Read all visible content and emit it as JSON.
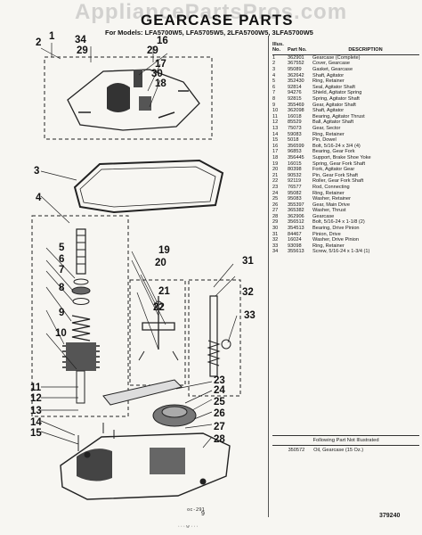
{
  "watermark": "AppliancePartsPros.com",
  "header": {
    "title": "GEARCASE PARTS",
    "models": "For Models: LFA5700W5, LFA5705W5, 2LFA5700W5, 3LFA5700W5"
  },
  "diagram": {
    "callouts": [
      "1",
      "2",
      "34",
      "29",
      "16",
      "29",
      "17",
      "30",
      "18",
      "3",
      "4",
      "5",
      "6",
      "7",
      "8",
      "9",
      "10",
      "19",
      "20",
      "21",
      "22",
      "31",
      "32",
      "33",
      "11",
      "12",
      "13",
      "14",
      "15",
      "23",
      "24",
      "25",
      "26",
      "27",
      "28"
    ],
    "reference_code": "oc-291"
  },
  "parts_table": {
    "headers": [
      "Illus. No.",
      "Part No.",
      "DESCRIPTION"
    ],
    "rows": [
      [
        "1",
        "362901",
        "Gearcase (Complete)"
      ],
      [
        "2",
        "367552",
        "Cover, Gearcase"
      ],
      [
        "3",
        "95089",
        "Gasket, Gearcase"
      ],
      [
        "4",
        "362642",
        "Shaft, Agitator"
      ],
      [
        "5",
        "352430",
        "Ring, Retainer"
      ],
      [
        "6",
        "92814",
        "Seal, Agitator Shaft"
      ],
      [
        "7",
        "94276",
        "Shield, Agitator Spring"
      ],
      [
        "8",
        "92815",
        "Spring, Agitator Shaft"
      ],
      [
        "9",
        "355469",
        "Gear, Agitator Shaft"
      ],
      [
        "10",
        "362098",
        "Shaft, Agitator"
      ],
      [
        "11",
        "16018",
        "Bearing, Agitator Thrust"
      ],
      [
        "12",
        "85529",
        "Ball, Agitator Shaft"
      ],
      [
        "13",
        "75073",
        "Gear, Sector"
      ],
      [
        "14",
        "59083",
        "Ring, Retainer"
      ],
      [
        "15",
        "5018",
        "Pin, Dowel"
      ],
      [
        "16",
        "356599",
        "Bolt, 5/16-24 x 3/4 (4)"
      ],
      [
        "17",
        "96853",
        "Bearing, Gear Fork"
      ],
      [
        "18",
        "356445",
        "Support, Brake Shoe Yoke"
      ],
      [
        "19",
        "16015",
        "Spring, Gear Fork Shaft"
      ],
      [
        "20",
        "80398",
        "Fork, Agitator Gear"
      ],
      [
        "21",
        "90532",
        "Pin, Gear Fork Shaft"
      ],
      [
        "22",
        "92119",
        "Roller, Gear Fork Shaft"
      ],
      [
        "23",
        "76577",
        "Rod, Connecting"
      ],
      [
        "24",
        "95082",
        "Ring, Retainer"
      ],
      [
        "25",
        "95083",
        "Washer, Retainer"
      ],
      [
        "26",
        "355397",
        "Gear, Main Drive"
      ],
      [
        "27",
        "365382",
        "Washer, Thrust"
      ],
      [
        "28",
        "362906",
        "Gearcase"
      ],
      [
        "29",
        "356512",
        "Bolt, 5/16-24 x 1-1/8 (2)"
      ],
      [
        "30",
        "354513",
        "Bearing, Drive Pinion"
      ],
      [
        "31",
        "84467",
        "Pinion, Drive"
      ],
      [
        "32",
        "16024",
        "Washer, Drive Pinion"
      ],
      [
        "33",
        "93098",
        "Ring, Retainer"
      ],
      [
        "34",
        "355613",
        "Screw, 5/16-24 x 1-3/4 (1)"
      ]
    ]
  },
  "following": "Following Part Not Illustrated",
  "extra_part": {
    "part_no": "350572",
    "description": "Oil, Gearcase (15 Oz.)"
  },
  "footer": {
    "page_number": "9",
    "publication_number": "379240",
    "mark": "· · · w · · ·"
  }
}
